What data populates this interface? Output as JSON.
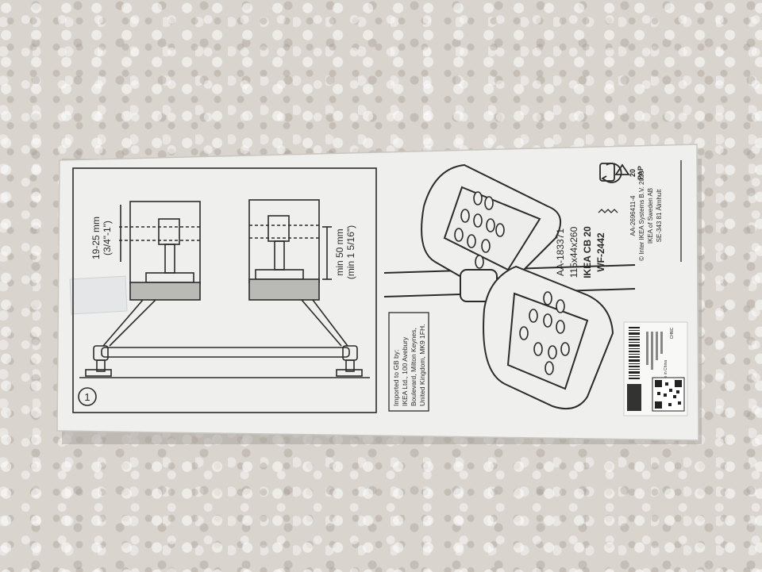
{
  "box": {
    "colors": {
      "carton": "#efefed",
      "ink": "#2b2b2b",
      "tape": "#e4e6e8",
      "carpet": "#d9d4ce"
    },
    "instruction_panel": {
      "step_number": "1",
      "gap_label": "19-25 mm",
      "gap_label_imperial": "(3/4\"-1\")",
      "min_label": "min 50 mm",
      "min_label_imperial": "(min 1 5/16\")"
    },
    "importer": {
      "line1": "Imported to GB by:",
      "line2": "IKEA Ltd., 100 Avebury",
      "line3": "Boulevard, Milton Keynes,",
      "line4": "United Kingdom, MK9 1FH."
    },
    "product_codes": {
      "article": "AA-183371",
      "dimensions": "115x44x260",
      "cb_code": "IKEA CB 20",
      "wf_code": "WF-2442"
    },
    "copyright": {
      "line1": "AA-2696411-4",
      "line2": "© Inter IKEA Systems B.V. 2023",
      "line3": "IKEA of Sweden AB",
      "line4": "SE-343 81 Älmhult"
    },
    "recycle": {
      "material_code": "20",
      "material_name": "PAP",
      "icon": "recycle-icon"
    },
    "label_sticker": {
      "origin": "Made in China",
      "tag": "CHNC"
    }
  }
}
